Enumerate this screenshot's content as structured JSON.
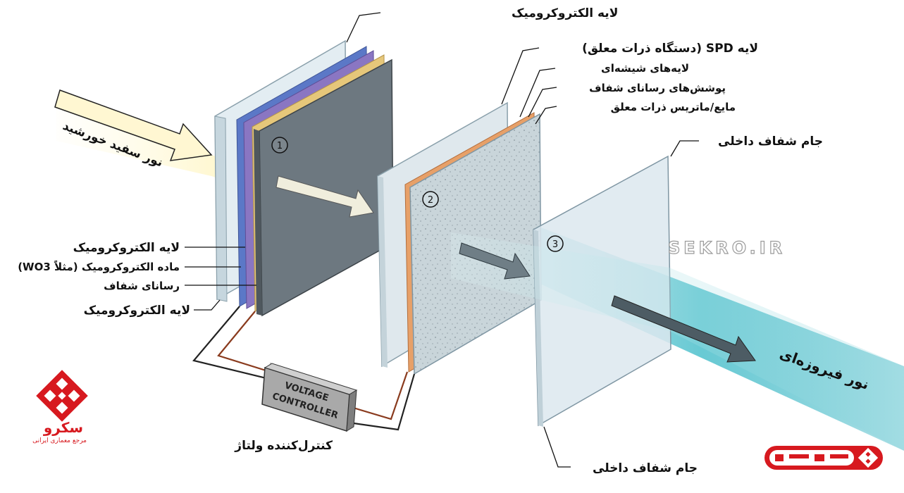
{
  "labels": {
    "top_ec_layer": "لایه الکتروکرومیک",
    "spd_layer": "لایه SPD (دستگاه ذرات معلق)",
    "glass_layers": "لایه‌های شیشه‌ای",
    "transparent_coatings": "پوشش‌های رسانای شفاف",
    "fluid_matrix": "مایع/ماتریس ذرات معلق",
    "inner_glass_top": "جام شفاف داخلی",
    "inner_glass_bottom": "جام شفاف داخلی",
    "sunlight": "نور سفید خورشید",
    "turquoise_light": "نور فیروزه‌ای",
    "ec_layer_left": "لایه الکتروکرومیک",
    "ec_material": "ماده الکتروکرومیک (مثلاً WO3)",
    "transparent_conductor": "رسانای شفاف",
    "ec_layer_bottom": "لایه الکتروکرومیک",
    "voltage_controller_caption": "کنترل‌کننده ولتاژ"
  },
  "controller_box": {
    "line1": "VOLTAGE",
    "line2": "CONTROLLER"
  },
  "panel_numbers": [
    "1",
    "2",
    "3"
  ],
  "watermark": "SEKRO.IR",
  "brand": {
    "name": "سکرو",
    "tagline": "مرجع معماری ایرانی"
  },
  "colors": {
    "glass": "#dfe9ef",
    "glass_edge": "#7f96a3",
    "tinted_glass": "#6d7880",
    "purple_layer": "#8a76c2",
    "blue_layer": "#5b78c7",
    "gold_layer": "#e6c77a",
    "copper_wire": "#8a3b1e",
    "turquoise": "#34b6c4",
    "brand_red": "#d7191f"
  }
}
